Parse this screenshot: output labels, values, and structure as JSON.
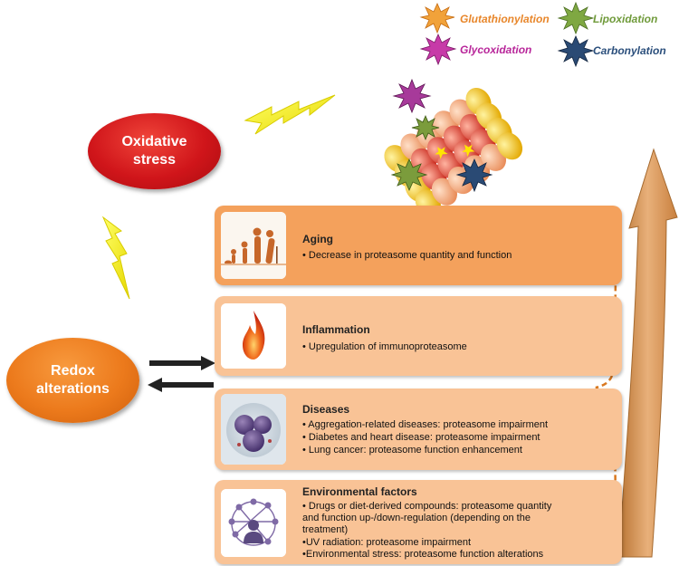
{
  "legend": {
    "items": [
      {
        "label": "Glutathionylation",
        "color": "#e8862a"
      },
      {
        "label": "Lipoxidation",
        "color": "#6f9a3a"
      },
      {
        "label": "Glycoxidation",
        "color": "#b8269a"
      },
      {
        "label": "Carbonylation",
        "color": "#2b4f7c"
      }
    ]
  },
  "oxidative_stress": {
    "line1": "Oxidative",
    "line2": "stress"
  },
  "redox": {
    "line1": "Redox",
    "line2": "alterations"
  },
  "panels": [
    {
      "title": "Aging",
      "lines": [
        "• Decrease in proteasome quantity and function"
      ]
    },
    {
      "title": "Inflammation",
      "lines": [
        "• Upregulation of immunoproteasome"
      ]
    },
    {
      "title": "Diseases",
      "lines": [
        "• Aggregation-related diseases: proteasome impairment",
        "• Diabetes and heart disease: proteasome impairment",
        "• Lung cancer: proteasome function enhancement"
      ]
    },
    {
      "title": "Environmental factors",
      "lines": [
        "• Drugs or diet-derived compounds: proteasome quantity",
        "and function up-/down-regulation (depending on the",
        "treatment)",
        "•UV radiation: proteasome impairment",
        "•Environmental stress: proteasome function alterations"
      ]
    }
  ],
  "colors": {
    "panel_dark": "#f4a15c",
    "panel_light": "#f9c396",
    "bracket": "#d9781f",
    "curved_arrow": "#d79a5e",
    "lightning": "#f7f11a"
  }
}
